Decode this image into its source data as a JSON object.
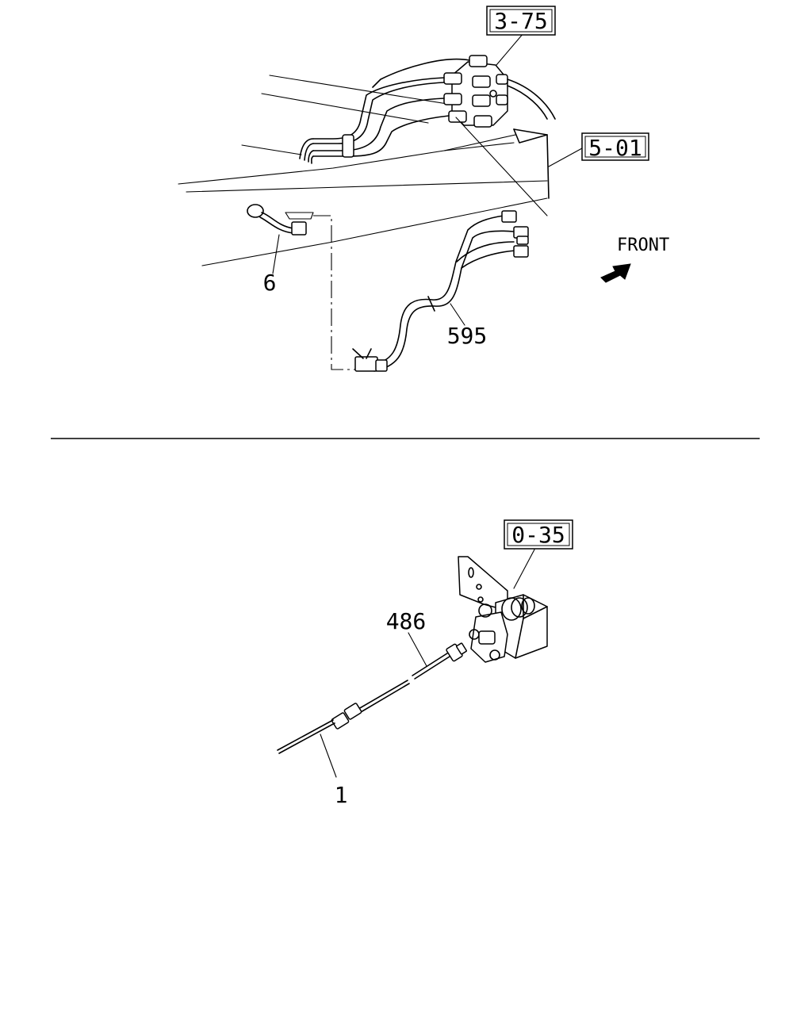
{
  "references": {
    "ref_3_75": "3-75",
    "ref_5_01": "5-01",
    "ref_0_35": "0-35"
  },
  "callouts": {
    "part_6": "6",
    "part_595": "595",
    "part_486": "486",
    "part_1": "1"
  },
  "direction": {
    "label": "FRONT",
    "icon": "arrow-front-icon"
  }
}
